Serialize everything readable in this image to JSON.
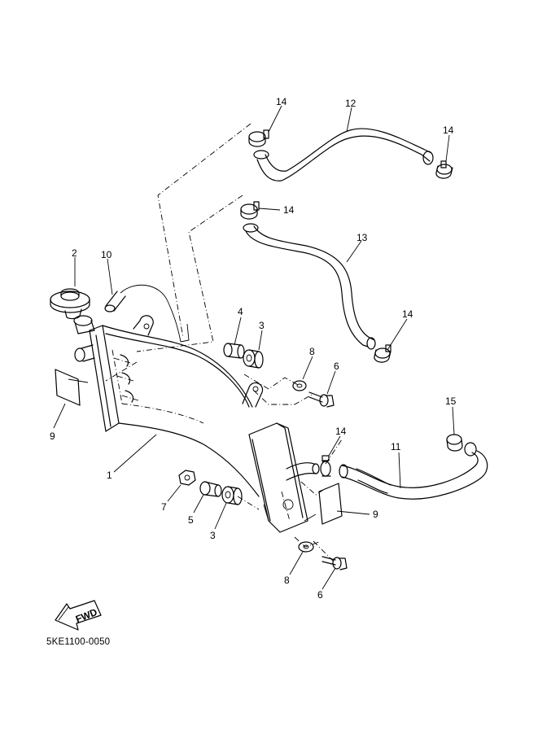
{
  "diagram_id": "5KE1100-0050",
  "fwd_label": "FWD",
  "callouts": {
    "c14a": "14",
    "c12": "12",
    "c14b": "14",
    "c14c": "14",
    "c13": "13",
    "c2": "2",
    "c10": "10",
    "c4": "4",
    "c3a": "3",
    "c8a": "8",
    "c6a": "6",
    "c14d": "14",
    "c9a": "9",
    "c15": "15",
    "c14e": "14",
    "c11": "11",
    "c1": "1",
    "c7": "7",
    "c5": "5",
    "c3b": "3",
    "c9b": "9",
    "c8b": "8",
    "c6b": "6"
  }
}
